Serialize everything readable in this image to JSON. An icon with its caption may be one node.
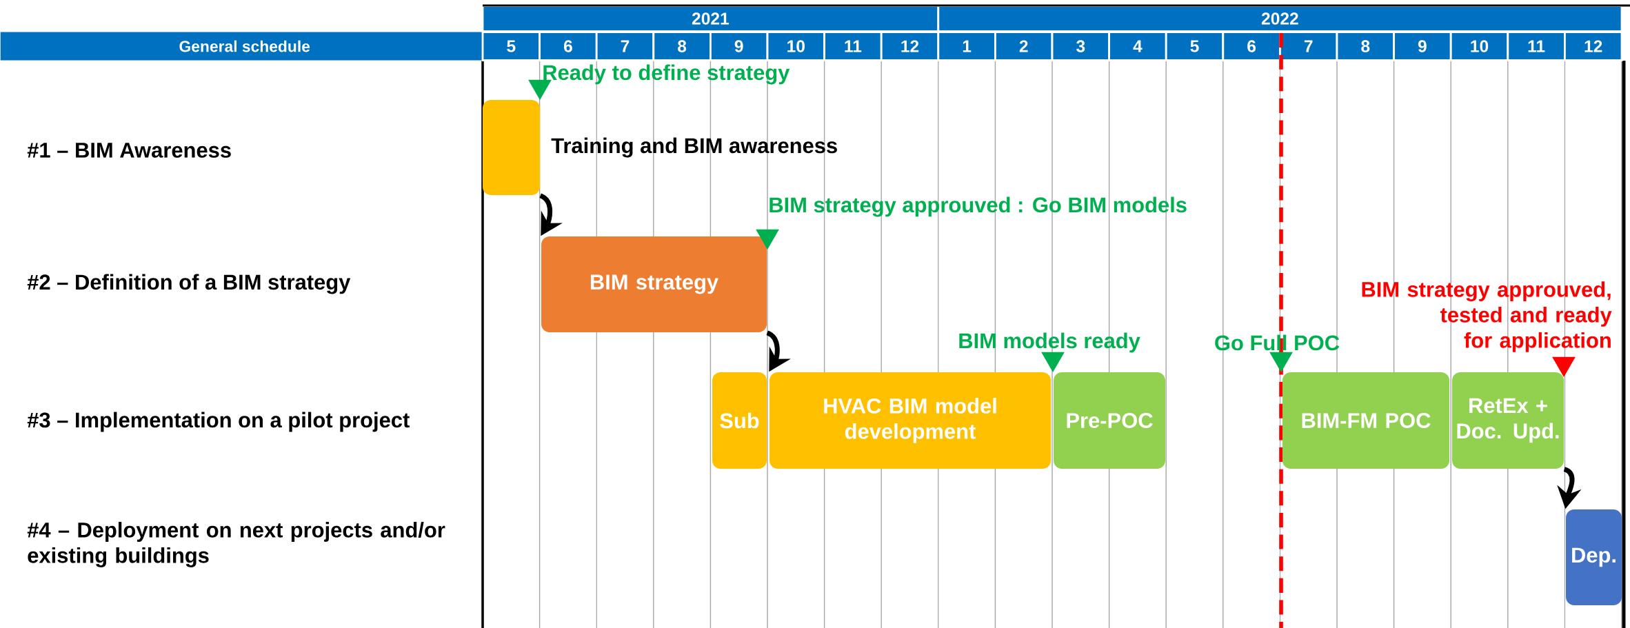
{
  "diagram": {
    "nodes": [
      {
        "text": [],
        "shape": "bar",
        "beside": [
          "Training and BIM awareness"
        ]
      },
      {
        "text": [
          "BIM strategy"
        ]
      },
      {
        "text": [
          "Sub"
        ]
      },
      {
        "text": [
          "HVAC BIM model development"
        ]
      },
      {
        "text": [
          "Pre-POC"
        ]
      },
      {
        "text": [
          "BIM-FM POC"
        ]
      },
      {
        "text": [
          "RetEx + Doc. Upd."
        ]
      },
      {
        "text": [
          "Dep."
        ]
      },
      {
        "text": [],
        "shape": "triangle",
        "beside": [
          "Ready to define strategy"
        ]
      },
      {
        "text": [],
        "shape": "triangle",
        "beside": [
          "BIM strategy approuved : Go BIM models"
        ]
      },
      {
        "text": [],
        "shape": "triangle",
        "beside": [
          "BIM models ready"
        ]
      },
      {
        "text": [],
        "shape": "triangle",
        "beside": [
          "Go Full POC"
        ]
      },
      {
        "text": [],
        "shape": "triangle",
        "beside": [
          "BIM strategy approuved, tested and ready for application"
        ]
      }
    ],
    "edges": [
      {
        "from": 0,
        "to": 1,
        "arrow": "to"
      },
      {
        "from": 1,
        "to": 3,
        "arrow": "to"
      },
      {
        "from": 6,
        "to": 7,
        "arrow": "to"
      }
    ],
    "labels": [
      "2021",
      "2022",
      "General schedule",
      "5",
      "6",
      "7",
      "8",
      "9",
      "10",
      "11",
      "12",
      "1",
      "2",
      "3",
      "4",
      "5",
      "6",
      "7",
      "8",
      "9",
      "10",
      "11",
      "12",
      "#1 – BIM Awareness",
      "#2 – Definition of a BIM strategy",
      "#3 – Implementation on a pilot project",
      "#4 – Deployment on next projects and/or existing buildings"
    ]
  }
}
